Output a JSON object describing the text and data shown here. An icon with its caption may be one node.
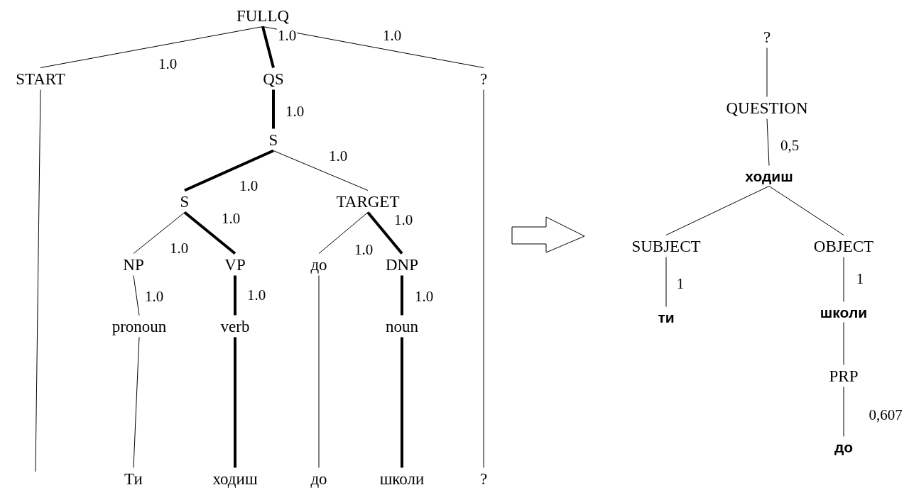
{
  "diagram": {
    "nodes": [
      {
        "text": [
          "FULLQ"
        ]
      },
      {
        "text": [
          "START"
        ]
      },
      {
        "text": [
          "QS"
        ]
      },
      {
        "text": [
          "?"
        ]
      },
      {
        "text": [
          "S"
        ]
      },
      {
        "text": [
          "S"
        ]
      },
      {
        "text": [
          "TARGET"
        ]
      },
      {
        "text": [
          "NP"
        ]
      },
      {
        "text": [
          "VP"
        ]
      },
      {
        "text": [
          "до"
        ]
      },
      {
        "text": [
          "DNP"
        ]
      },
      {
        "text": [
          "pronoun"
        ]
      },
      {
        "text": [
          "verb"
        ]
      },
      {
        "text": [
          "noun"
        ]
      },
      {
        "text": [
          "Ти"
        ]
      },
      {
        "text": [
          "ходиш"
        ]
      },
      {
        "text": [
          "до"
        ]
      },
      {
        "text": [
          "школи"
        ]
      },
      {
        "text": [
          "?"
        ]
      },
      {
        "text": [
          "?"
        ]
      },
      {
        "text": [
          "QUESTION"
        ]
      },
      {
        "text": [
          "ходиш"
        ]
      },
      {
        "text": [
          "SUBJECT"
        ]
      },
      {
        "text": [
          "OBJECT"
        ]
      },
      {
        "text": [
          "ти"
        ]
      },
      {
        "text": [
          "школи"
        ]
      },
      {
        "text": [
          "PRP"
        ]
      },
      {
        "text": [
          "до"
        ]
      }
    ],
    "edges": [
      {
        "from": 0,
        "to": 1,
        "arrow": "none",
        "label": "1.0"
      },
      {
        "from": 0,
        "to": 2,
        "arrow": "none",
        "label": "1.0",
        "style": "thick"
      },
      {
        "from": 0,
        "to": 3,
        "arrow": "none",
        "label": "1.0"
      },
      {
        "from": 2,
        "to": 4,
        "arrow": "none",
        "label": "1.0",
        "style": "thick"
      },
      {
        "from": 4,
        "to": 5,
        "arrow": "none",
        "label": "1.0",
        "style": "thick"
      },
      {
        "from": 4,
        "to": 6,
        "arrow": "none",
        "label": "1.0"
      },
      {
        "from": 5,
        "to": 7,
        "arrow": "none",
        "label": "1.0"
      },
      {
        "from": 5,
        "to": 8,
        "arrow": "none",
        "label": "1.0",
        "style": "thick"
      },
      {
        "from": 6,
        "to": 9,
        "arrow": "none",
        "label": "1.0"
      },
      {
        "from": 6,
        "to": 10,
        "arrow": "none",
        "label": "1.0",
        "style": "thick"
      },
      {
        "from": 7,
        "to": 11,
        "arrow": "none",
        "label": "1.0"
      },
      {
        "from": 8,
        "to": 12,
        "arrow": "none",
        "label": "1.0",
        "style": "thick"
      },
      {
        "from": 10,
        "to": 13,
        "arrow": "none",
        "label": "1.0",
        "style": "thick"
      },
      {
        "from": 11,
        "to": 14,
        "arrow": "none"
      },
      {
        "from": 12,
        "to": 15,
        "arrow": "none",
        "style": "thick"
      },
      {
        "from": 9,
        "to": 16,
        "arrow": "none"
      },
      {
        "from": 13,
        "to": 17,
        "arrow": "none",
        "style": "thick"
      },
      {
        "from": 3,
        "to": 18,
        "arrow": "none"
      },
      {
        "from": 1,
        "to": null,
        "arrow": "none"
      },
      {
        "from": 19,
        "to": 20,
        "arrow": "none"
      },
      {
        "from": 20,
        "to": 21,
        "arrow": "none",
        "label": "0,5"
      },
      {
        "from": 21,
        "to": 22,
        "arrow": "none"
      },
      {
        "from": 21,
        "to": 23,
        "arrow": "none"
      },
      {
        "from": 22,
        "to": 24,
        "arrow": "none",
        "label": "1"
      },
      {
        "from": 23,
        "to": 25,
        "arrow": "none",
        "label": "1"
      },
      {
        "from": 25,
        "to": 26,
        "arrow": "none"
      },
      {
        "from": 26,
        "to": 27,
        "arrow": "none",
        "label": "0,607"
      }
    ]
  }
}
